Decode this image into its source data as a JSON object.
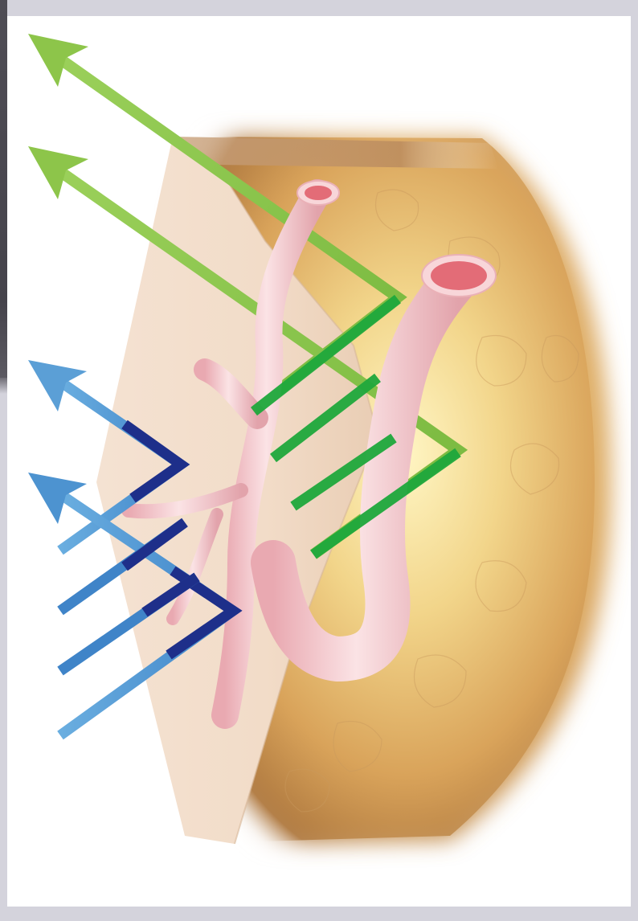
{
  "figure": {
    "subject": "",
    "colors": {
      "green_light": "#8dc54a",
      "green_dark": "#1aa33a",
      "blue_light": "#5b9fd6",
      "blue_dark": "#1e2f8a",
      "vessel": "#f2c7cc",
      "vessel_lumen": "#e36c77",
      "tissue_cut_face": "#f3e0cd",
      "fat_tissue": "#e0b46a"
    },
    "arrows": [
      {
        "name": "green-long-arrow-upper",
        "color": "green"
      },
      {
        "name": "green-long-arrow-lower",
        "color": "green"
      },
      {
        "name": "blue-arrow-upper",
        "color": "blue"
      },
      {
        "name": "blue-arrow-lower",
        "color": "blue"
      }
    ],
    "icons": [
      "arrow-head-icon",
      "blood-vessel-icon",
      "tissue-block-icon"
    ]
  }
}
